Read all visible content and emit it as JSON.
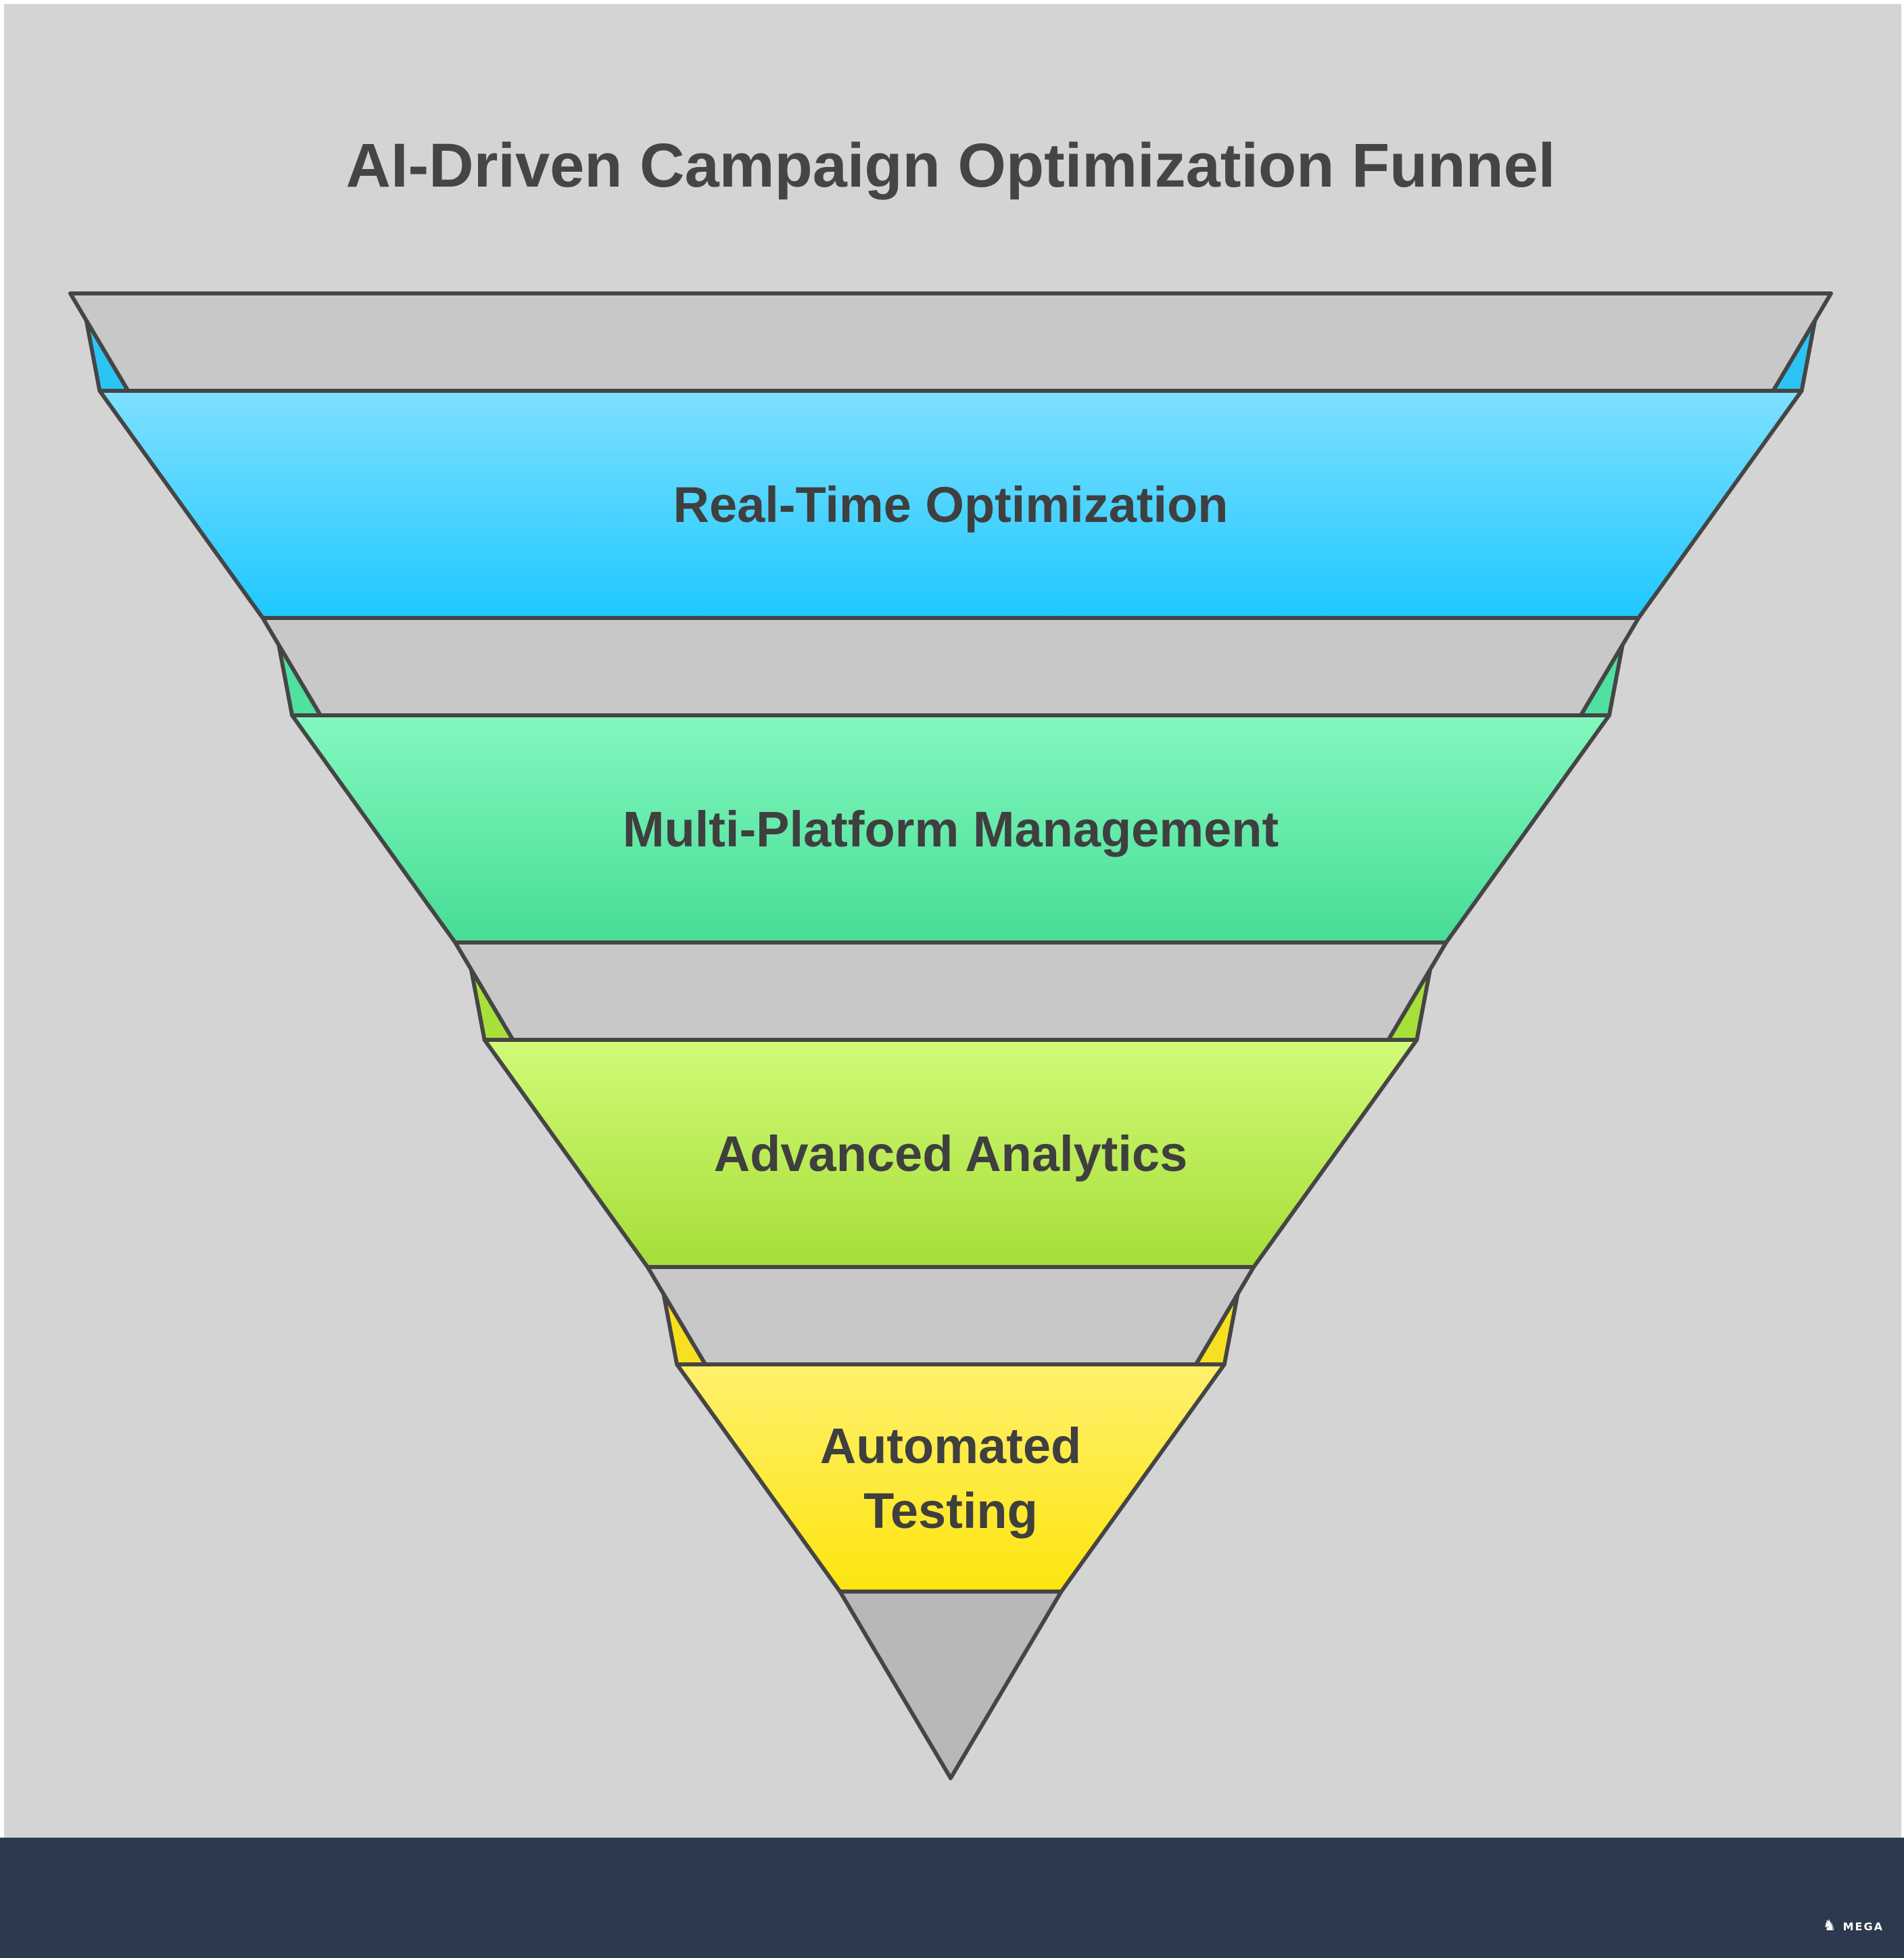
{
  "title": "AI-Driven Campaign Optimization Funnel",
  "stages": [
    {
      "label_lines": [
        "Real-Time Optimization"
      ],
      "color_top": "#7fe0ff",
      "color_bottom": "#1ec8ff",
      "wing_color": "#2cc4f5"
    },
    {
      "label_lines": [
        "Multi-Platform Management"
      ],
      "color_top": "#83f8be",
      "color_bottom": "#47dc96",
      "wing_color": "#50e0a0"
    },
    {
      "label_lines": [
        "Advanced Analytics"
      ],
      "color_top": "#d2fa78",
      "color_bottom": "#a6de38",
      "wing_color": "#a8e03a"
    },
    {
      "label_lines": [
        "Automated",
        "Testing"
      ],
      "color_top": "#fff06e",
      "color_bottom": "#fde50e",
      "wing_color": "#f8e020"
    }
  ],
  "colors": {
    "background": "#d4d4d4",
    "funnel_back": "#c8c8c8",
    "outline": "#454545",
    "footer": "#2b3a4e"
  },
  "footer": {
    "brand_text": "MEGA",
    "brand_icon": "mega-logo-icon"
  }
}
